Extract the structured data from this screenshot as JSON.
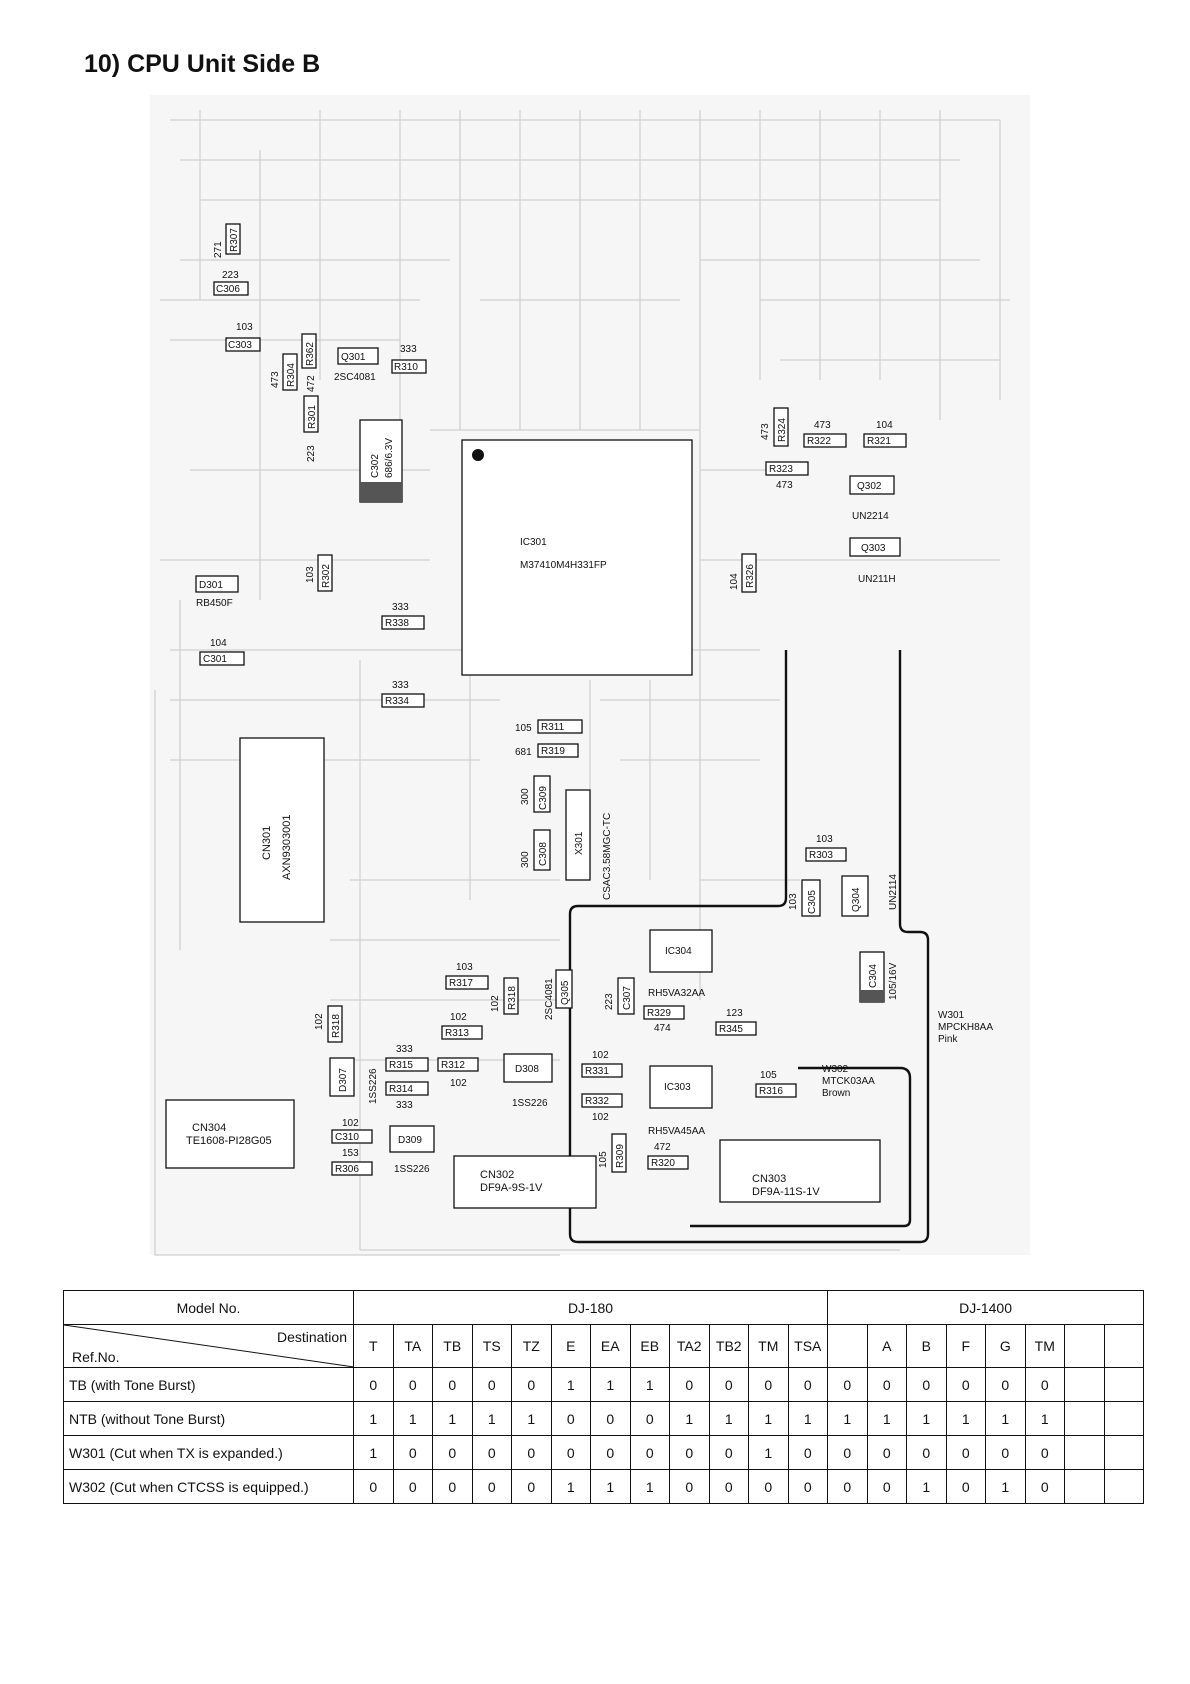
{
  "page": {
    "title": "10) CPU Unit Side B"
  },
  "components": {
    "C306": {
      "ref": "C306",
      "value": "223"
    },
    "R307": {
      "ref": "R307",
      "value": "271"
    },
    "C303": {
      "ref": "C303",
      "value": "103"
    },
    "R304": {
      "ref": "R304",
      "value": "473"
    },
    "R362": {
      "ref": "R362",
      "value": "472"
    },
    "R301": {
      "ref": "R301",
      "value": "223"
    },
    "Q301": {
      "ref": "Q301",
      "value": "2SC4081"
    },
    "R310": {
      "ref": "R310",
      "value": "333"
    },
    "C302": {
      "ref": "C302",
      "value": "686/6.3V"
    },
    "IC301": {
      "ref": "IC301",
      "value": "M37410M4H331FP"
    },
    "R324": {
      "ref": "R324",
      "value": "473"
    },
    "R322": {
      "ref": "R322",
      "value": "473"
    },
    "R321": {
      "ref": "R321",
      "value": "104"
    },
    "R323": {
      "ref": "R323",
      "value": "473"
    },
    "Q302": {
      "ref": "Q302",
      "value": "UN2214"
    },
    "Q303": {
      "ref": "Q303",
      "value": "UN211H"
    },
    "R326": {
      "ref": "R326",
      "value": "104"
    },
    "D301": {
      "ref": "D301",
      "value": "RB450F"
    },
    "R302": {
      "ref": "R302",
      "value": "103"
    },
    "R338": {
      "ref": "R338",
      "value": "333"
    },
    "C301": {
      "ref": "C301",
      "value": "104"
    },
    "R334": {
      "ref": "R334",
      "value": "333"
    },
    "R311": {
      "ref": "R311",
      "value": "105"
    },
    "R319": {
      "ref": "R319",
      "value": "681"
    },
    "C309": {
      "ref": "C309",
      "value": "300"
    },
    "C308": {
      "ref": "C308",
      "value": "300"
    },
    "X301": {
      "ref": "X301",
      "value": "CSAC3.58MGC-TC"
    },
    "CN301": {
      "ref": "CN301",
      "value": "AXN9303001"
    },
    "R303": {
      "ref": "R303",
      "value": "103"
    },
    "C305": {
      "ref": "C305",
      "value": "103"
    },
    "Q304": {
      "ref": "Q304",
      "value": "UN2114"
    },
    "IC304": {
      "ref": "IC304",
      "value": "RH5VA32AA"
    },
    "C304": {
      "ref": "C304",
      "value": "105/16V"
    },
    "R317": {
      "ref": "R317",
      "value": "103"
    },
    "R318": {
      "ref": "R318",
      "value": "102"
    },
    "R316a": {
      "ref": "R318",
      "value": "102"
    },
    "Q305": {
      "ref": "Q305",
      "value": "2SC4081"
    },
    "C307": {
      "ref": "C307",
      "value": "223"
    },
    "R329": {
      "ref": "R329",
      "value": "474"
    },
    "R345": {
      "ref": "R345",
      "value": "123"
    },
    "R313": {
      "ref": "R313",
      "value": "102"
    },
    "R315": {
      "ref": "R315",
      "value": "333"
    },
    "R312": {
      "ref": "R312",
      "value": "102"
    },
    "R314": {
      "ref": "R314",
      "value": "333"
    },
    "D307": {
      "ref": "D307",
      "value": "1SS226"
    },
    "D308": {
      "ref": "D308",
      "value": "1SS226"
    },
    "R331": {
      "ref": "R331",
      "value": "102"
    },
    "R332": {
      "ref": "R332",
      "value": "102"
    },
    "IC303": {
      "ref": "IC303",
      "value": "RH5VA45AA"
    },
    "R316": {
      "ref": "R316",
      "value": "105"
    },
    "C310": {
      "ref": "C310",
      "value": "102"
    },
    "R306": {
      "ref": "R306",
      "value": "153"
    },
    "D309": {
      "ref": "D309",
      "value": "1SS226"
    },
    "R309": {
      "ref": "R309",
      "value": "105"
    },
    "R320": {
      "ref": "R320",
      "value": "472"
    },
    "CN304": {
      "ref": "CN304",
      "value": "TE1608-PI28G05"
    },
    "CN302": {
      "ref": "CN302",
      "value": "DF9A-9S-1V"
    },
    "CN303": {
      "ref": "CN303",
      "value": "DF9A-11S-1V"
    },
    "W301": {
      "ref": "W301",
      "value": "MPCKH8AA",
      "color": "Pink"
    },
    "W302": {
      "ref": "W302",
      "value": "MTCK03AA",
      "color": "Brown"
    }
  },
  "table": {
    "model_label": "Model No.",
    "destination_label": "Destination",
    "refno_label": "Ref.No.",
    "models": [
      {
        "name": "DJ-180",
        "span": 12
      },
      {
        "name": "DJ-1400",
        "span": 8
      }
    ],
    "destinations": [
      "T",
      "TA",
      "TB",
      "TS",
      "TZ",
      "E",
      "EA",
      "EB",
      "TA2",
      "TB2",
      "TM",
      "TSA",
      "",
      "A",
      "B",
      "F",
      "G",
      "TM",
      "",
      ""
    ],
    "rows": [
      {
        "label": "TB (with Tone Burst)",
        "values": [
          "0",
          "0",
          "0",
          "0",
          "0",
          "1",
          "1",
          "1",
          "0",
          "0",
          "0",
          "0",
          "0",
          "0",
          "0",
          "0",
          "0",
          "0",
          "",
          ""
        ]
      },
      {
        "label": "NTB (without Tone Burst)",
        "values": [
          "1",
          "1",
          "1",
          "1",
          "1",
          "0",
          "0",
          "0",
          "1",
          "1",
          "1",
          "1",
          "1",
          "1",
          "1",
          "1",
          "1",
          "1",
          "",
          ""
        ]
      },
      {
        "label": "W301 (Cut when TX is expanded.)",
        "values": [
          "1",
          "0",
          "0",
          "0",
          "0",
          "0",
          "0",
          "0",
          "0",
          "0",
          "1",
          "0",
          "0",
          "0",
          "0",
          "0",
          "0",
          "0",
          "",
          ""
        ]
      },
      {
        "label": "W302 (Cut when CTCSS is equipped.)",
        "values": [
          "0",
          "0",
          "0",
          "0",
          "0",
          "1",
          "1",
          "1",
          "0",
          "0",
          "0",
          "0",
          "0",
          "0",
          "1",
          "0",
          "1",
          "0",
          "",
          ""
        ]
      }
    ]
  }
}
